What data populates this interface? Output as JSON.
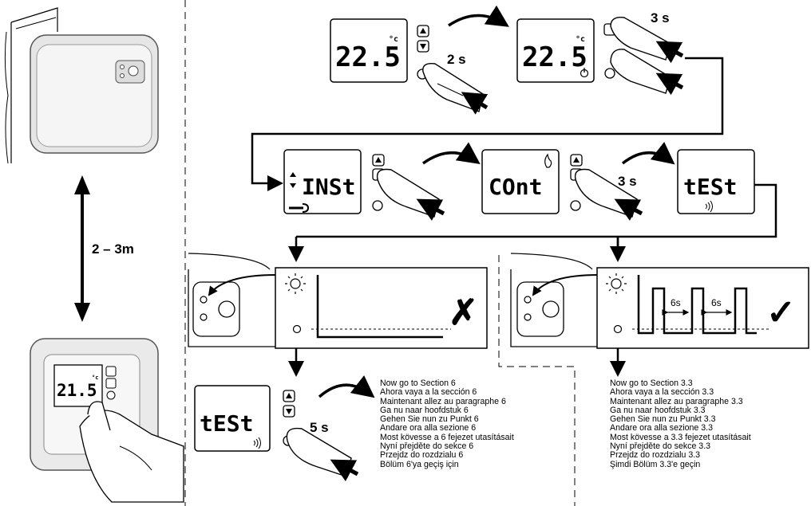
{
  "distance_label": "2 – 3m",
  "timing": {
    "hold_2s": "2 s",
    "hold_3s_top": "3 s",
    "hold_3s_mid": "3 s",
    "hold_5s": "5 s"
  },
  "displays": {
    "temp_1": "22.5",
    "temp_1_unit": "°c",
    "temp_2": "22.5",
    "temp_2_unit": "°c",
    "inst": "INSt",
    "cont": "COnt",
    "test_1": "tESt",
    "test_2": "tESt",
    "device_temp": "21.5",
    "device_unit": "°c"
  },
  "signal": {
    "interval_1": "6s",
    "interval_2": "6s"
  },
  "result_fail_symbol": "✗",
  "result_ok_symbol": "✓",
  "instructions_fail": [
    "Now go to Section 6",
    "Ahora vaya a la sección 6",
    "Maintenant allez au paragraphe 6",
    "Ga nu naar hoofdstuk 6",
    "Gehen Sie nun zu Punkt 6",
    "Andare ora alla sezione 6",
    "Most kövesse a 6 fejezet utasításait",
    "Nyní přejděte do sekce 6",
    "Przejdz do rozdzialu 6",
    "Bölüm 6'ya geçiş için"
  ],
  "instructions_ok": [
    "Now go to Section 3.3",
    "Ahora vaya a la sección 3.3",
    "Maintenant allez au paragraphe 3.3",
    "Ga nu naar hoofdstuk 3.3",
    "Gehen Sie nun zu Punkt 3.3",
    "Andare ora alla sezione 3.3",
    "Most kövesse a 3.3 fejezet utasításait",
    "Nyní přejděte do sekce 3.3",
    "Przejdz do rozdzialu 3.3",
    "Şimdi Bölüm 3.3'e geçin"
  ],
  "icons": [
    "flame-icon",
    "power-icon",
    "wrench-icon",
    "signal-icon",
    "sun-led-icon",
    "up-arrow-button",
    "down-arrow-button"
  ]
}
